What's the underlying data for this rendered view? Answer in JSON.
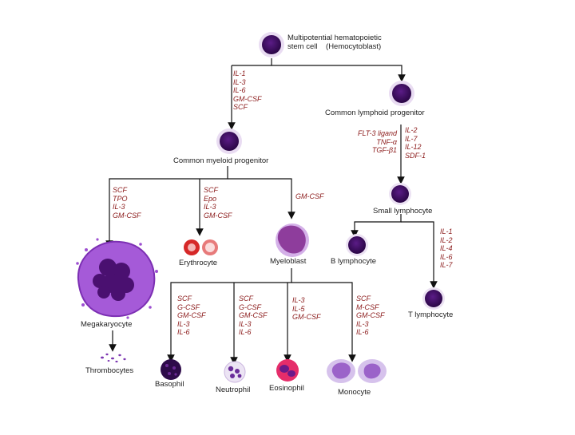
{
  "cells": {
    "stem": "Multipotential hematopoietic\nstem cell    (Hemocytoblast)",
    "common_lymphoid": "Common lymphoid progenitor",
    "common_myeloid": "Common myeloid progenitor",
    "small_lymphocyte": "Small lymphocyte",
    "b_lymphocyte": "B lymphocyte",
    "t_lymphocyte": "T lymphocyte",
    "megakaryocyte": "Megakaryocyte",
    "thrombocytes": "Thrombocytes",
    "erythrocyte": "Erythrocyte",
    "myeloblast": "Myeloblast",
    "basophil": "Basophil",
    "neutrophil": "Neutrophil",
    "eosinophil": "Eosinophil",
    "monocyte": "Monocyte"
  },
  "factors": {
    "stem_to_myeloid": "IL-1\nIL-3\nIL-6\nGM-CSF\nSCF",
    "lymphoid_left": "FLT-3 ligand\nTNF-α\nTGF-β1",
    "lymphoid_right": "IL-2\nIL-7\nIL-12\nSDF-1",
    "to_megakaryocyte": "SCF\nTPO\nIL-3\nGM-CSF",
    "to_erythrocyte": "SCF\nEpo\nIL-3\nGM-CSF",
    "to_myeloblast": "GM-CSF",
    "to_t_lymphocyte": "IL-1\nIL-2\nIL-4\nIL-6\nIL-7",
    "to_basophil": "SCF\nG-CSF\nGM-CSF\nIL-3\nIL-6",
    "to_neutrophil": "SCF\nG-CSF\nGM-CSF\nIL-3\nIL-6",
    "to_eosinophil": "IL-3\nIL-5\nGM-CSF",
    "to_monocyte": "SCF\nM-CSF\nGM-CSF\nIL-3\nIL-6"
  },
  "colors": {
    "cell_core": "#3a0a5e",
    "cell_ring": "#e4d4ee",
    "megakaryocyte": "#9d4fd1",
    "erythrocyte": "#d62828",
    "factor_text": "#8b1a1a"
  }
}
